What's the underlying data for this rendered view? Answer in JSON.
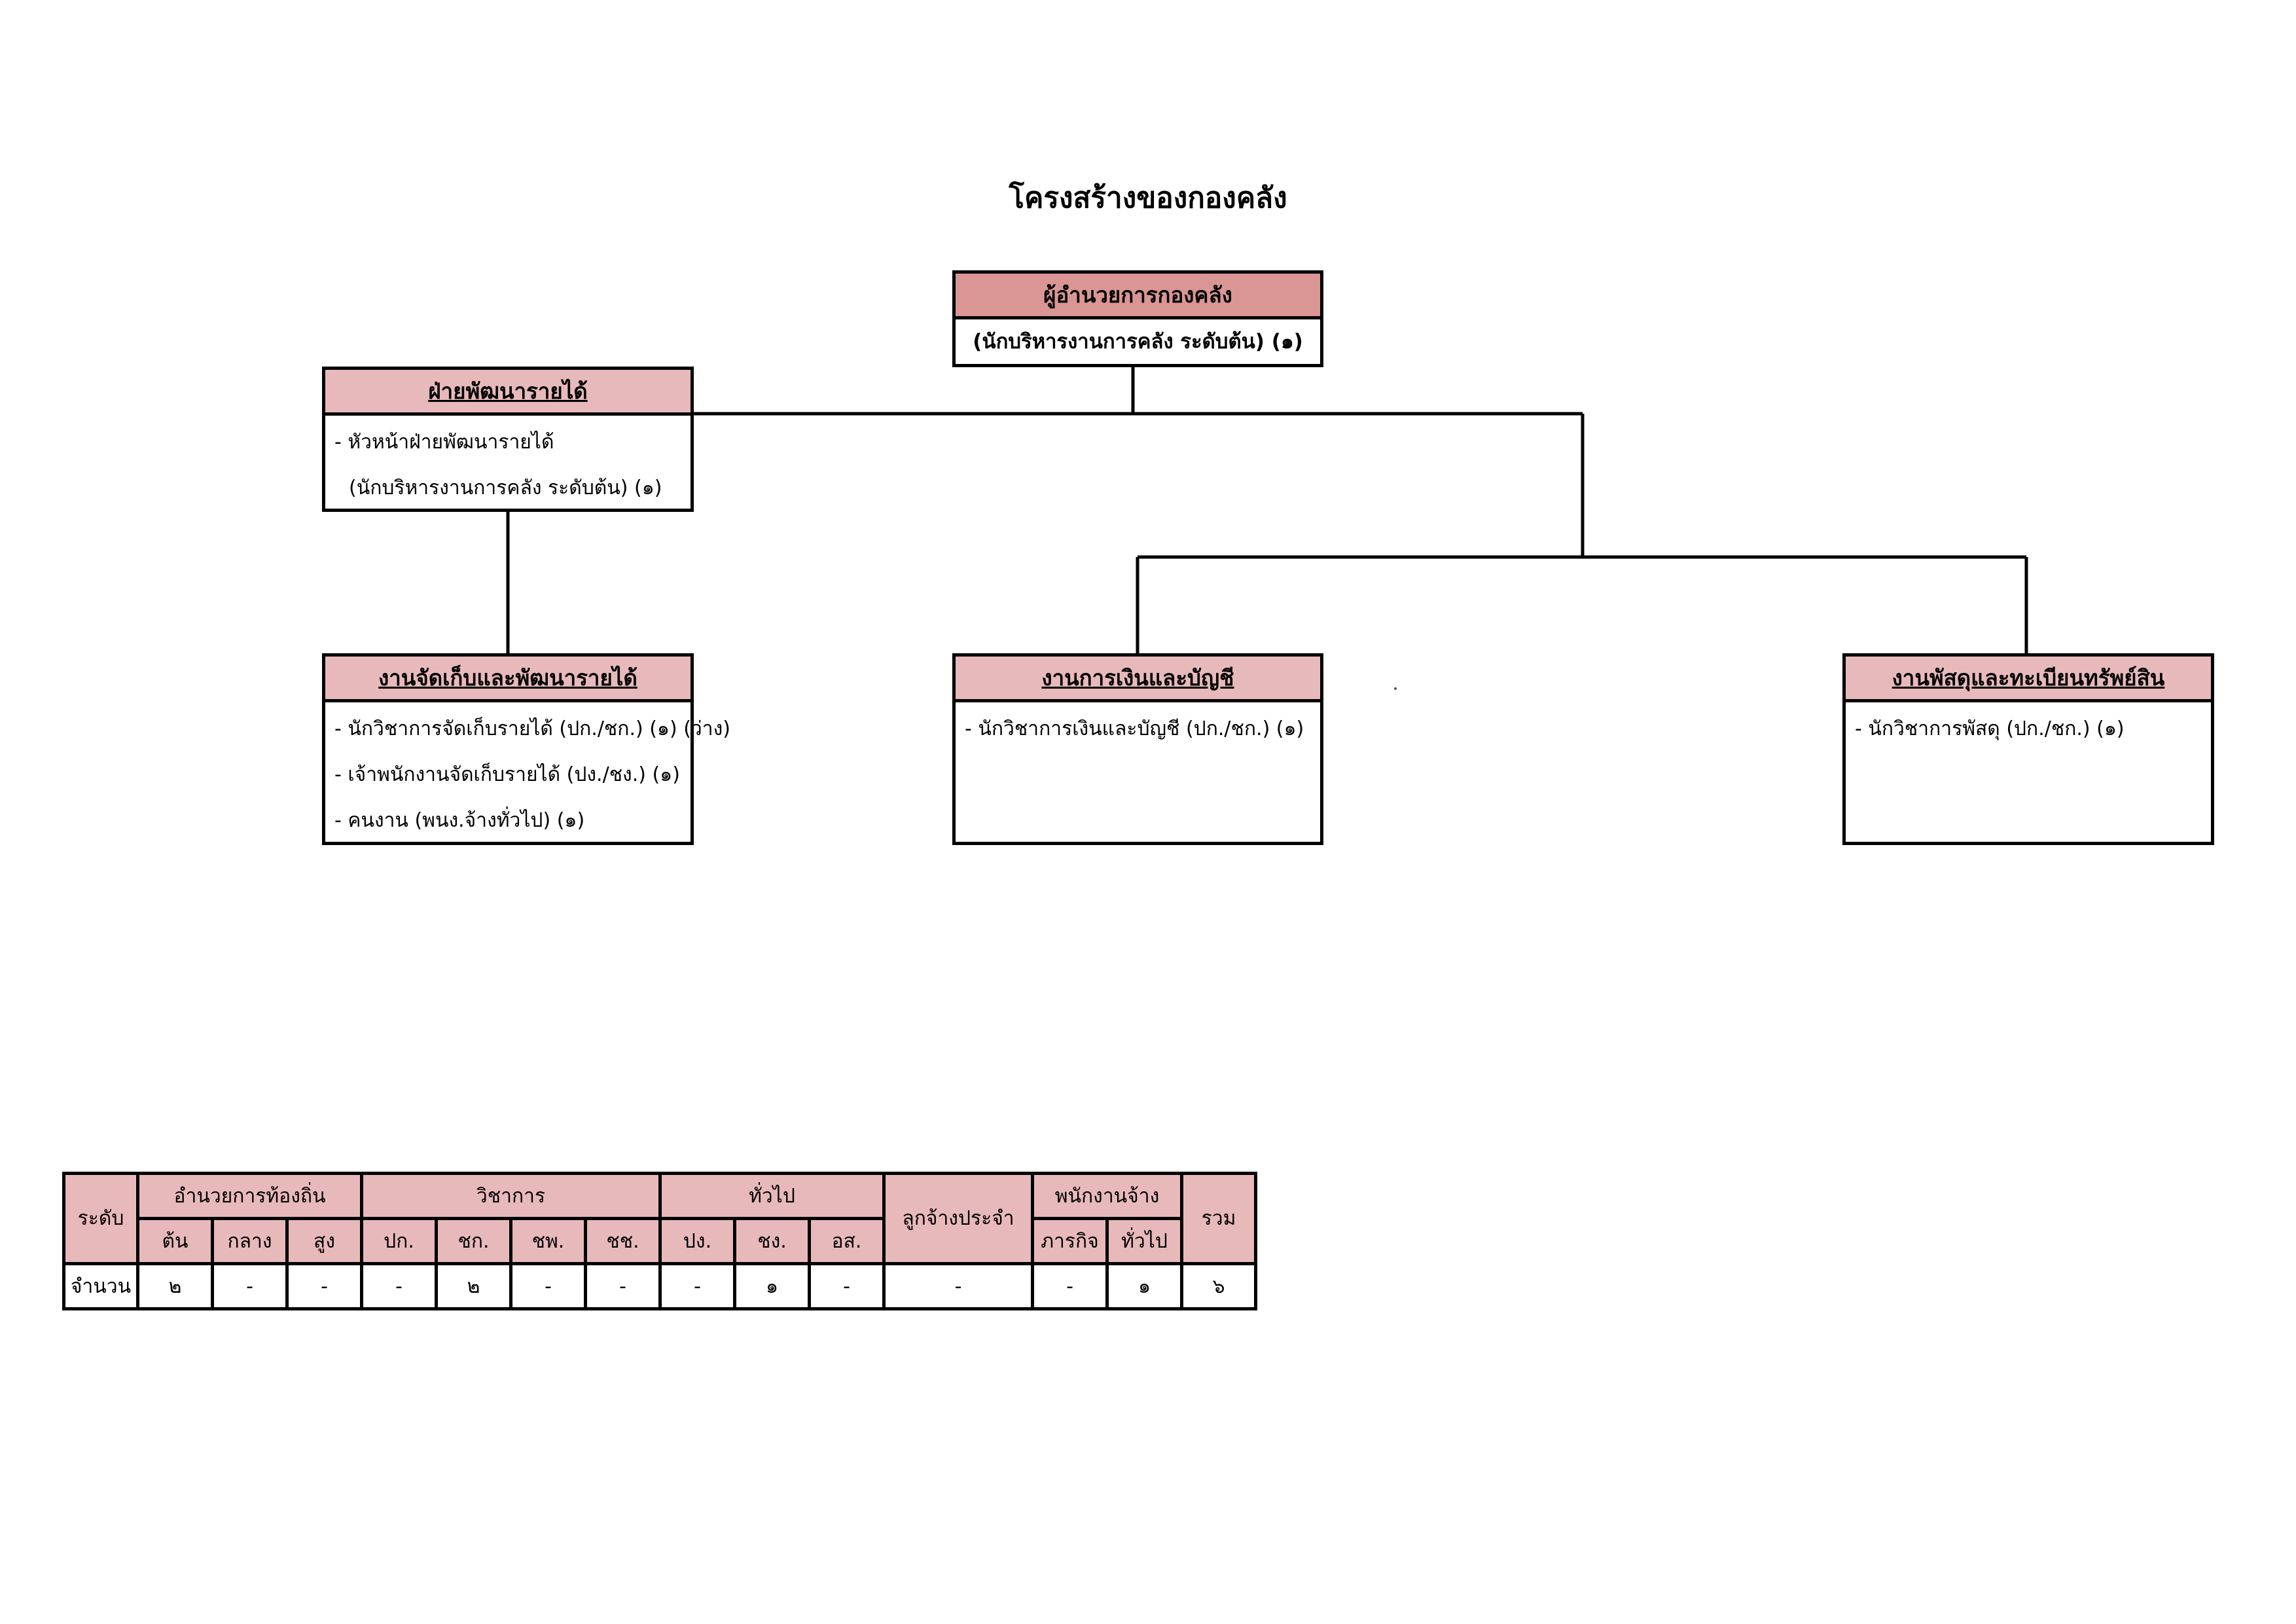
{
  "title": "โครงสร้างของกองคลัง",
  "director": {
    "head": "ผู้อำนวยการกองคลัง",
    "body": "(นักบริหารงานการคลัง ระดับต้น) (๑)"
  },
  "revenue_division": {
    "head": "ฝ่ายพัฒนารายได้",
    "lines": [
      "- หัวหน้าฝ่ายพัฒนารายได้",
      "(นักบริหารงานการคลัง ระดับต้น) (๑)"
    ]
  },
  "collection_unit": {
    "head": "งานจัดเก็บและพัฒนารายได้",
    "lines": [
      "- นักวิชาการจัดเก็บรายได้ (ปก./ชก.) (๑) (ว่าง)",
      "- เจ้าพนักงานจัดเก็บรายได้ (ปง./ชง.) (๑)",
      "- คนงาน (พนง.จ้างทั่วไป) (๑)"
    ]
  },
  "finance_unit": {
    "head": "งานการเงินและบัญชี",
    "lines": [
      "- นักวิชาการเงินและบัญชี (ปก./ชก.) (๑)"
    ]
  },
  "supply_unit": {
    "head": "งานพัสดุและทะเบียนทรัพย์สิน",
    "lines": [
      "- นักวิชาการพัสดุ (ปก./ชก.) (๑)"
    ]
  },
  "table": {
    "level_label": "ระดับ",
    "groups": {
      "local_admin": "อำนวยการท้องถิ่น",
      "academic": "วิชาการ",
      "general": "ทั่วไป",
      "permanent_employee": "ลูกจ้างประจำ",
      "staff": "พนักงานจ้าง",
      "total": "รวม"
    },
    "sub": {
      "ton": "ต้น",
      "klang": "กลาง",
      "sung": "สูง",
      "pk": "ปก.",
      "chk": "ชก.",
      "chp": "ชพ.",
      "chch": "ชช.",
      "pg": "ปง.",
      "chg": "ชง.",
      "os": "อส.",
      "mission": "ภารกิจ",
      "general_staff": "ทั่วไป"
    },
    "count_label": "จำนวน",
    "values": [
      "๒",
      "-",
      "-",
      "-",
      "๒",
      "-",
      "-",
      "-",
      "๑",
      "-",
      "-",
      "-",
      "๑",
      "๖"
    ]
  }
}
